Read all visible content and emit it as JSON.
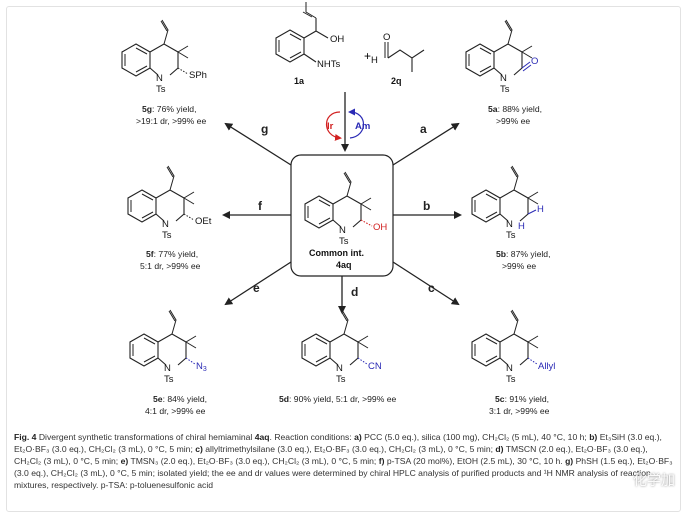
{
  "colors": {
    "ir": "#d22222",
    "am": "#2a2ab5",
    "red_group": "#d22222",
    "blue_group": "#2a2ab5"
  },
  "reactants": {
    "r1_label": "1a",
    "r2_label": "2q",
    "plus": "+",
    "r1_oh": "OH",
    "r1_nhts": "NHTs",
    "r2_h": "H",
    "r2_o": "O"
  },
  "catalysts": {
    "ir": "Ir",
    "am": "Am"
  },
  "center": {
    "name": "Common int.",
    "id": "4aq",
    "oh": "OH",
    "n": "N",
    "ts": "Ts"
  },
  "arrows": {
    "a": "a",
    "b": "b",
    "c": "c",
    "d": "d",
    "e": "e",
    "f": "f",
    "g": "g"
  },
  "products": {
    "5a": {
      "id": "5a",
      "line1": ": 88% yield,",
      "line2": ">99% ee",
      "group": "O",
      "n": "N",
      "ts": "Ts"
    },
    "5b": {
      "id": "5b",
      "line1": ": 87% yield,",
      "line2": ">99% ee",
      "group": "H",
      "group2": "H",
      "n": "N",
      "ts": "Ts"
    },
    "5c": {
      "id": "5c",
      "line1": ": 91% yield,",
      "line2": "3:1 dr, >99% ee",
      "group": "Allyl",
      "n": "N",
      "ts": "Ts"
    },
    "5d": {
      "id": "5d",
      "line1": ": 90% yield, 5:1 dr, >99% ee",
      "group": "CN",
      "n": "N",
      "ts": "Ts"
    },
    "5e": {
      "id": "5e",
      "line1": ": 84% yield,",
      "line2": "4:1 dr, >99% ee",
      "group": "N",
      "group_sub": "3",
      "n": "N",
      "ts": "Ts"
    },
    "5f": {
      "id": "5f",
      "line1": ": 77% yield,",
      "line2": "5:1 dr, >99% ee",
      "group": "OEt",
      "n": "N",
      "ts": "Ts"
    },
    "5g": {
      "id": "5g",
      "line1": ": 76% yield,",
      "line2": ">19:1 dr, >99% ee",
      "group": "SPh",
      "n": "N",
      "ts": "Ts"
    }
  },
  "caption": {
    "fig": "Fig. 4",
    "title": " Divergent synthetic transformations of chiral hemiaminal ",
    "title_cmp": "4aq",
    "title_end": ". Reaction conditions: ",
    "a_tag": "a)",
    "a_text": " PCC (5.0 eq.), silica (100 mg), CH₂Cl₂ (5 mL), 40 °C, 10 h;",
    "b_tag": "b)",
    "b_text": " Et₃SiH (3.0 eq.), Et₂O·BF₃ (3.0 eq.), CH₂Cl₂ (3 mL), 0 °C, 5 min; ",
    "c_tag": "c)",
    "c_text": " allyltrimethylsilane (3.0 eq.), Et₂O·BF₃ (3.0 eq.), CH₂Cl₂ (3 mL), 0 °C, 5 min;",
    "d_tag": "d)",
    "d_text": " TMSCN (2.0 eq.), Et₂O·BF₃ (3.0 eq.), CH₂Cl₂ (3 mL), 0 °C, 5 min; ",
    "e_tag": "e)",
    "e_text": " TMSN₃ (2.0 eq.), Et₂O·BF₃ (3.0 eq.), CH₂Cl₂ (3 mL), 0 °C, 5 min; ",
    "f_tag": "f)",
    "f_text": " p-TSA (20 mol%), EtOH (2.5 mL), 30 °C, 10 h. ",
    "g_tag": "g)",
    "g_text": " PhSH (1.5 eq.), Et₂O·BF₃ (3.0 eq.), CH₂Cl₂ (3 mL), 0 °C, 5 min; isolated yield; the ee and dr values were determined by chiral HPLC analysis of purified products and ¹H NMR analysis of reaction mixtures, respectively. p-TSA: p-toluenesulfonic acid"
  },
  "watermark": {
    "text": "化学加"
  }
}
